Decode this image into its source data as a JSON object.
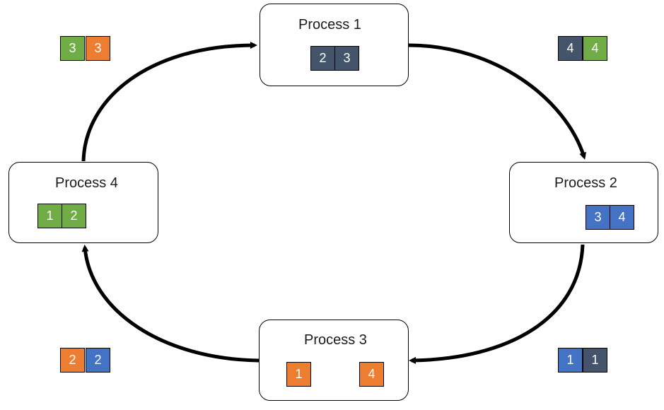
{
  "palette": {
    "green": "#70ad47",
    "orange": "#ed7d31",
    "blue": "#4472c4",
    "dark": "#44546a"
  },
  "processes": [
    {
      "title": "Process 1",
      "cells": [
        {
          "value": "2",
          "color": "dark"
        },
        {
          "value": "3",
          "color": "dark"
        }
      ]
    },
    {
      "title": "Process 2",
      "cells": [
        {
          "value": "3",
          "color": "blue"
        },
        {
          "value": "4",
          "color": "blue"
        }
      ]
    },
    {
      "title": "Process 3",
      "cells": [
        {
          "value": "1",
          "color": "orange"
        },
        {
          "value": "4",
          "color": "orange"
        }
      ]
    },
    {
      "title": "Process 4",
      "cells": [
        {
          "value": "1",
          "color": "green"
        },
        {
          "value": "2",
          "color": "green"
        }
      ]
    }
  ],
  "messages": [
    {
      "label": "between-process-4-and-1",
      "cells": [
        {
          "value": "3",
          "color": "green"
        },
        {
          "value": "3",
          "color": "orange"
        }
      ]
    },
    {
      "label": "between-process-1-and-2",
      "cells": [
        {
          "value": "4",
          "color": "dark"
        },
        {
          "value": "4",
          "color": "green"
        }
      ]
    },
    {
      "label": "between-process-2-and-3",
      "cells": [
        {
          "value": "1",
          "color": "blue"
        },
        {
          "value": "1",
          "color": "dark"
        }
      ]
    },
    {
      "label": "between-process-3-and-4",
      "cells": [
        {
          "value": "2",
          "color": "orange"
        },
        {
          "value": "2",
          "color": "blue"
        }
      ]
    }
  ]
}
